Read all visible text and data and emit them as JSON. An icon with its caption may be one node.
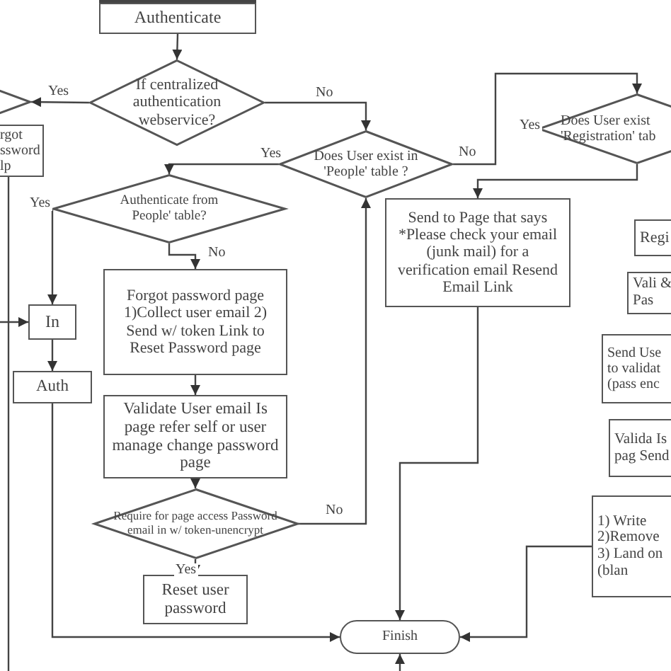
{
  "diagram": {
    "nodes": [
      {
        "text": [
          "Authenticate"
        ]
      },
      {
        "text": [
          "If centralized authentication webservice?"
        ]
      },
      {
        "text": [],
        "shape": "diamond"
      },
      {
        "text": [
          "rgot ssword lp"
        ]
      },
      {
        "text": [
          "Does User exist in 'People' table ?"
        ]
      },
      {
        "text": [
          "Authenticate from People' table?"
        ]
      },
      {
        "text": [
          "Does User exist 'Registration' tab"
        ]
      },
      {
        "text": [
          "Send to Page that says *Please check your email (junk mail) for a verification email Resend Email Link"
        ]
      },
      {
        "text": [
          "Regi"
        ]
      },
      {
        "text": [
          "Vali & Pas"
        ]
      },
      {
        "text": [
          "Send Use to validat (pass enc"
        ]
      },
      {
        "text": [
          "Valida Is pag Send"
        ]
      },
      {
        "text": [
          "1) Write 2)Remove 3) Land on (blan"
        ]
      },
      {
        "text": [
          "Forgot password page 1)Collect user email 2) Send w/ token Link to Reset Password page"
        ]
      },
      {
        "text": [
          "In"
        ]
      },
      {
        "text": [
          "Auth"
        ]
      },
      {
        "text": [
          "Validate User email Is page refer self or user manage change password page"
        ]
      },
      {
        "text": [
          "Require for page access Password email in w/ token-unencrypt"
        ]
      },
      {
        "text": [
          "Reset user password"
        ]
      },
      {
        "text": [
          "Finish"
        ]
      }
    ],
    "edges": [
      {
        "from": 0,
        "to": 1,
        "arrow": "to"
      },
      {
        "from": 1,
        "to": 2,
        "arrow": "to",
        "label": "Yes"
      },
      {
        "from": 1,
        "to": 4,
        "arrow": "to",
        "label": "No"
      },
      {
        "from": 4,
        "to": 5,
        "arrow": "to",
        "label": "Yes"
      },
      {
        "from": 4,
        "to": 6,
        "arrow": "to",
        "label": "No"
      },
      {
        "from": 6,
        "to": 7,
        "arrow": "to"
      },
      {
        "from": 5,
        "to": 14,
        "arrow": "to",
        "label": "Yes"
      },
      {
        "from": 5,
        "to": 13,
        "arrow": "to",
        "label": "No"
      },
      {
        "from": null,
        "to": 14,
        "arrow": "to"
      },
      {
        "from": 14,
        "to": 15,
        "arrow": "to"
      },
      {
        "from": 13,
        "to": 16,
        "arrow": "to"
      },
      {
        "from": 16,
        "to": 17,
        "arrow": "to"
      },
      {
        "from": 17,
        "to": 18,
        "arrow": "to",
        "label": "Yes"
      },
      {
        "from": 17,
        "to": 4,
        "arrow": "to",
        "label": "No"
      },
      {
        "from": 15,
        "to": 19,
        "arrow": "to"
      },
      {
        "from": 7,
        "to": 19,
        "arrow": "to"
      },
      {
        "from": 12,
        "to": 19,
        "arrow": "to"
      },
      {
        "from": null,
        "to": 19,
        "arrow": "to"
      },
      {
        "from": 3,
        "to": null,
        "arrow": "none"
      }
    ],
    "labels": [
      "Yes"
    ]
  }
}
